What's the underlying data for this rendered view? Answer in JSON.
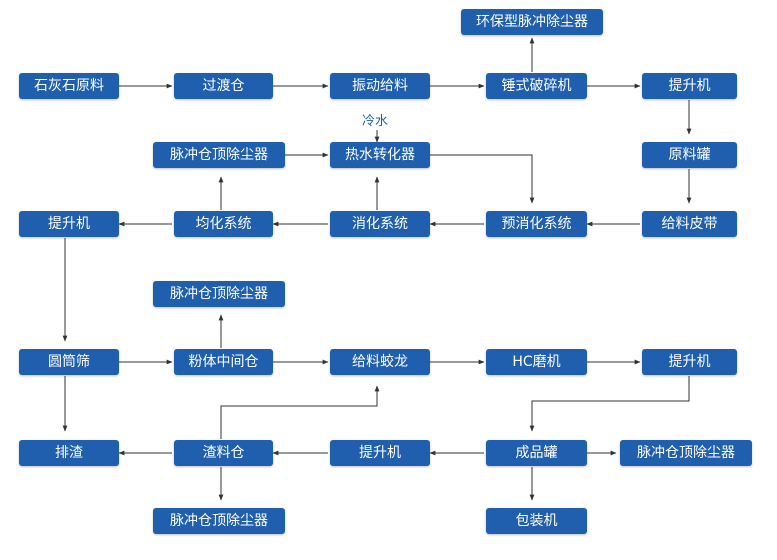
{
  "nodes": {
    "raw_stone": "石灰石原料",
    "transition_bin": "过渡仓",
    "vibrating_feeder": "振动给料",
    "hammer_crusher": "锤式破碎机",
    "env_dust_collector": "环保型脉冲除尘器",
    "elevator_1": "提升机",
    "raw_material_tank": "原料罐",
    "feed_belt": "给料皮带",
    "pre_digestion": "预消化系统",
    "digestion": "消化系统",
    "homogenize": "均化系统",
    "elevator_2": "提升机",
    "heat_exchanger": "热水转化器",
    "dust_collector_top_1": "脉冲仓顶除尘器",
    "drum_screen": "圆筒筛",
    "powder_bin": "粉体中间仓",
    "dust_collector_top_2": "脉冲仓顶除尘器",
    "screw_feeder": "给料蛟龙",
    "hc_mill": "HC磨机",
    "elevator_3": "提升机",
    "slag_discharge": "排渣",
    "slag_bin": "渣料仓",
    "elevator_4": "提升机",
    "product_tank": "成品罐",
    "dust_collector_top_3": "脉冲仓顶除尘器",
    "dust_collector_top_4": "脉冲仓顶除尘器",
    "packing_machine": "包装机"
  },
  "labels": {
    "cold_water": "冷水"
  },
  "colors": {
    "node_fill": "#1f5fae",
    "node_text": "#ffffff",
    "arrow": "#333333",
    "label": "#1f5fae"
  }
}
